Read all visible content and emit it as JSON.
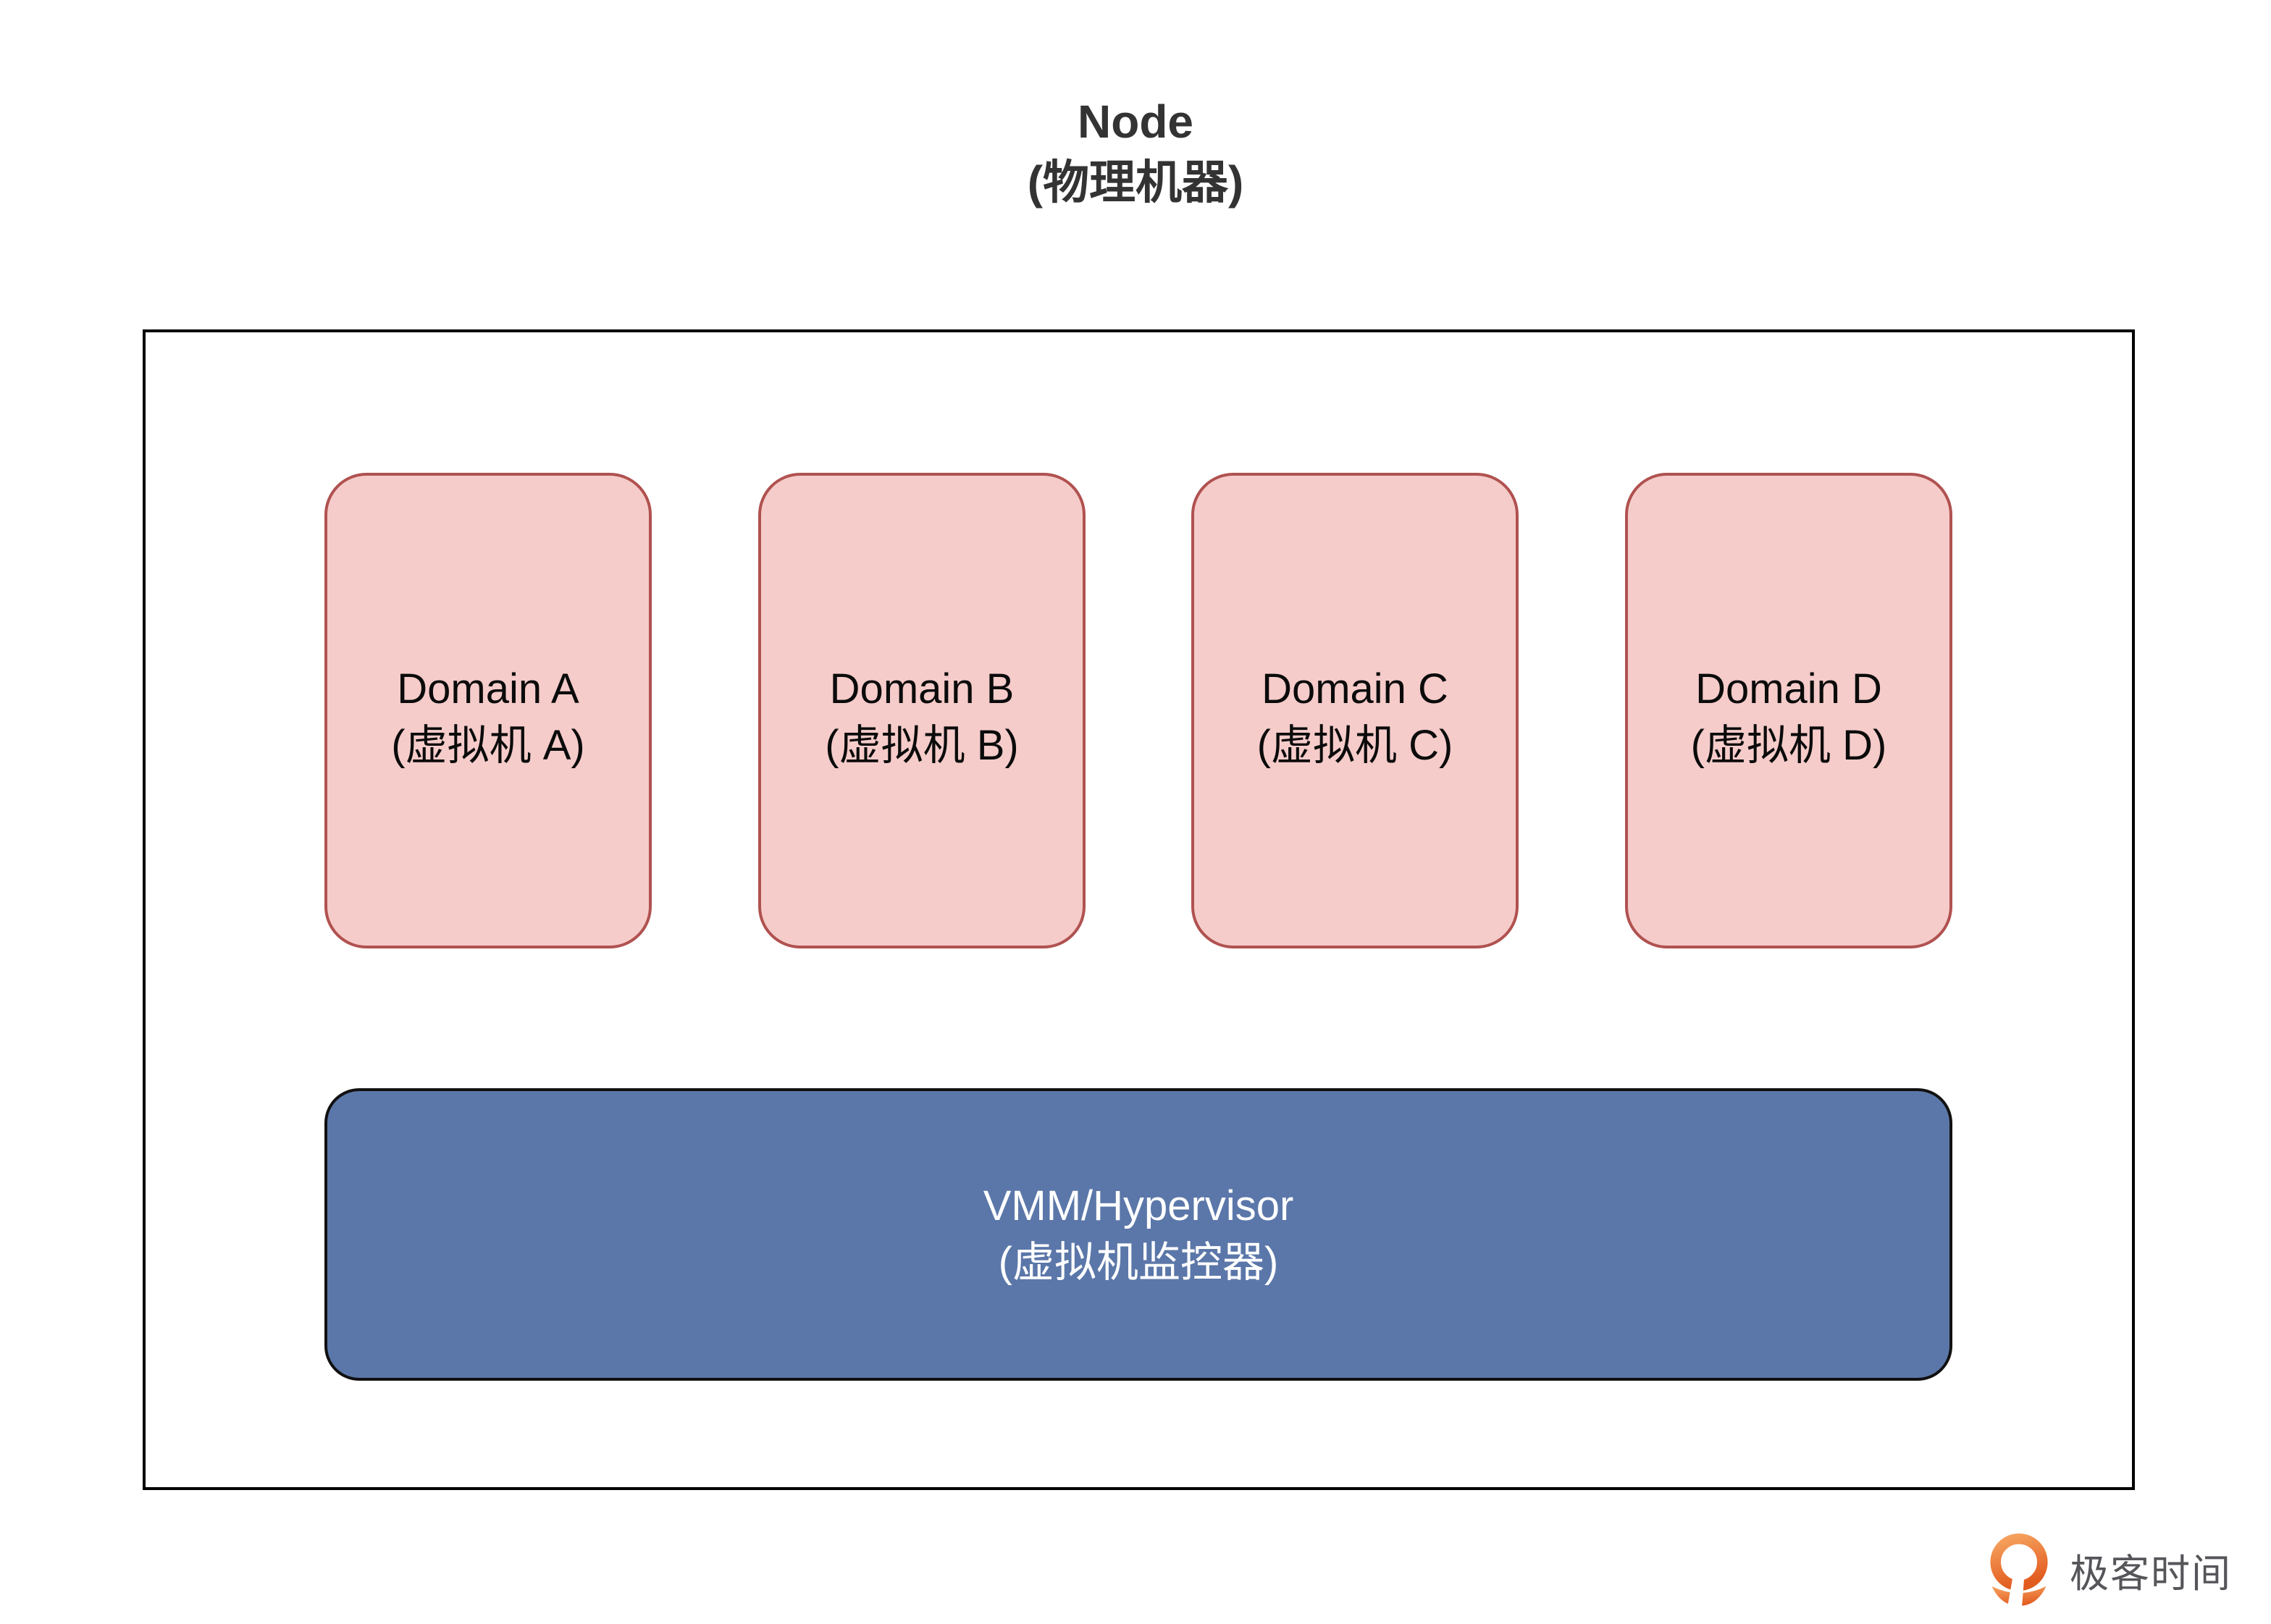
{
  "title": {
    "line1": "Node",
    "line2": "(物理机器)"
  },
  "diagram": {
    "domains": [
      {
        "name": "Domain A",
        "alias": "(虚拟机 A)"
      },
      {
        "name": "Domain B",
        "alias": "(虚拟机 B)"
      },
      {
        "name": "Domain C",
        "alias": "(虚拟机 C)"
      },
      {
        "name": "Domain D",
        "alias": "(虚拟机 D)"
      }
    ],
    "vmm": {
      "name": "VMM/Hypervisor",
      "alias": "(虚拟机监控器)"
    }
  },
  "footer": {
    "brand": "极客时间"
  },
  "colors": {
    "domain_fill": "#F5CCCA",
    "domain_border": "#B05250",
    "vmm_fill": "#5B77A9",
    "vmm_border": "#111111",
    "node_border": "#000000",
    "brand_orange_light": "#F5A05C",
    "brand_orange_dark": "#E25B1F",
    "brand_text": "#55555A"
  }
}
